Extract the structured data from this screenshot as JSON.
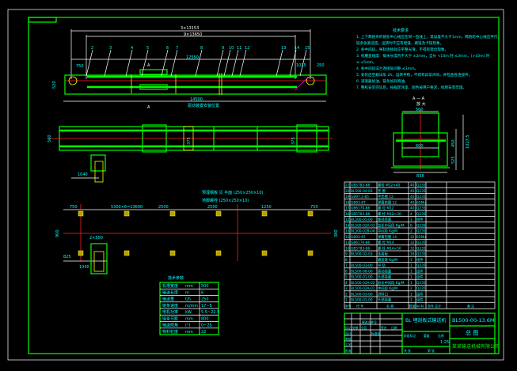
{
  "elevation": {
    "dim_overall": "3×13153",
    "dim_inner": "9×13650",
    "dim_mid": "12550",
    "dim_bottom": "14500",
    "dim_left": "750",
    "dim_right1": "1025",
    "dim_right2": "250",
    "dim_height": "520",
    "section_mark": "A",
    "callouts": [
      "2",
      "3",
      "4",
      "5",
      "6",
      "7",
      "8",
      "9",
      "10",
      "11",
      "12",
      "13",
      "14",
      "15"
    ],
    "note_label": "驱动装置安装位置"
  },
  "plan": {
    "dim_width": "560",
    "dim_drive": "1040",
    "dim_a": "375",
    "dim_b": "375"
  },
  "section": {
    "title": "A — A",
    "subtitle": "放 大",
    "dim_top": "500",
    "dim_mid": "600",
    "dim_bottom": "838",
    "dim_height": "1027.5",
    "dim_h2": "450",
    "dim_h3": "525"
  },
  "foundation": {
    "label1": "预埋钢板 见 平面 (250×250×10)",
    "label2": "地脚螺栓 (250×250×10)",
    "dims": [
      "750",
      "5300×6=13600",
      "2500",
      "2500",
      "1250",
      "750"
    ],
    "dim_left": "2×500",
    "dim_h": "900",
    "dim_a": "1040",
    "dim_b": "825",
    "dim_c": "380"
  },
  "params": {
    "title": "技术参数",
    "rows": [
      [
        "机槽宽度",
        "mm",
        "500"
      ],
      [
        "输送长度",
        "m",
        "6"
      ],
      [
        "输送量",
        "t/h",
        "250"
      ],
      [
        "链条速度",
        "m/min",
        "17~5"
      ],
      [
        "电机功率",
        "kW",
        "5.5~22.5"
      ],
      [
        "链条节距",
        "mm",
        "800"
      ],
      [
        "输送倾角",
        "(°)",
        "0~25"
      ],
      [
        "物料粒度",
        "mm",
        "22"
      ]
    ]
  },
  "requirements": {
    "title": "技术要求",
    "items": [
      "1. 上下两链条的链轮中心线应在同一直线上，其误差不大于1mm，两链轮中心线应平行。",
      "   链条张紧适度，运转时不应有爬链、跳链及卡链现象。",
      "2. 各中间段、导轨连接处应平整光滑，不得有错位现象。",
      "3. 机槽直线度：每米长度内不大于 ±2mm，全长 <10m 时 ≤3mm，(>10m) 时",
      "   ≤ ±5mm。",
      "4. 各中间段法兰连接处间隙 ≤3mm。",
      "5. 安装后空载试车 2h，运转平稳，不得有异常声响，并检查各连接件。",
      "6. 减速器加油，链条加润滑油。",
      "7. 整机安装完毕后，按规定涂漆，颜色按用户要求，标牌安装牢固。"
    ]
  },
  "parts": {
    "rows": [
      [
        "21",
        "GB5783-86",
        "螺栓 M12×40",
        "40",
        "Q235"
      ],
      [
        "20",
        "BL500-04-03",
        "垫 圈",
        "40",
        "Q235"
      ],
      [
        "19",
        "GB97.1-85",
        "平垫圈 12",
        "40",
        "Q235"
      ],
      [
        "18",
        "GB93-87",
        "弹簧垫圈 12",
        "40",
        "65Mn"
      ],
      [
        "17",
        "GB6170-86",
        "螺 母 M12",
        "40",
        "Q235"
      ],
      [
        "16",
        "GB5783-86",
        "螺 栓 M12×30",
        "4",
        "Q235"
      ],
      [
        "15",
        "BL500-05-00",
        "尾部装置",
        "1",
        "组件"
      ],
      [
        "14",
        "BL500-02A-03",
        "加长中间段 Kg/M",
        "6",
        "Q235"
      ],
      [
        "13",
        "BL500-02B-04",
        "中间段 Kg/M",
        "2",
        "Q235"
      ],
      [
        "12",
        "GB93-87",
        "弹簧垫圈 14",
        "32",
        "65Mn"
      ],
      [
        "11",
        "GB6170-86",
        "螺 母 M14",
        "32",
        "Q235"
      ],
      [
        "10",
        "GB5783-86",
        "螺 栓 M14×50",
        "32",
        "Q235"
      ],
      [
        "9",
        "BL500-02-03",
        "连接板",
        "16",
        "Q235"
      ],
      [
        "8",
        "",
        "输送链 Kg/M",
        "1",
        "组件"
      ],
      [
        "7",
        "BL500-03-00",
        "导 轨",
        "1",
        "Q235"
      ],
      [
        "6",
        "BL500-06-00",
        "驱动装置",
        "1",
        "组件"
      ],
      [
        "5",
        "BL500-01-00",
        "头部装置",
        "1",
        "组件"
      ],
      [
        "4",
        "BL500-02A-02",
        "加长中间段 Kg/M",
        "1",
        "Q235"
      ],
      [
        "3",
        "BL500-02A-01",
        "中间段 Kg/M",
        "2",
        "Q235"
      ],
      [
        "2",
        "BL500-03-00",
        "进料口",
        "1",
        "组件"
      ],
      [
        "1",
        "BL500-01-00",
        "头部装置",
        "1",
        "组件"
      ]
    ],
    "header": [
      "序号",
      "代 号",
      "名 称",
      "数量",
      "材 料",
      "单件 总计",
      "备 注"
    ]
  },
  "title_block": {
    "product": "BL 埋刮板式输送机",
    "drawing_no": "BL500-00-13.6M",
    "drawing_name": "总 图",
    "company": "某某输送机械有限公司",
    "labels": [
      "标记",
      "处数",
      "分区",
      "更改文件号",
      "签名",
      "日期",
      "设计",
      "标准化",
      "审核",
      "工艺",
      "批准",
      "阶段标记",
      "重量",
      "比例",
      "共 张",
      "第 张"
    ],
    "scale": "1:25"
  },
  "colors": {
    "frame": "#00ff00",
    "text": "#00ffff",
    "line": "#ffffff",
    "center": "#ff2020"
  }
}
